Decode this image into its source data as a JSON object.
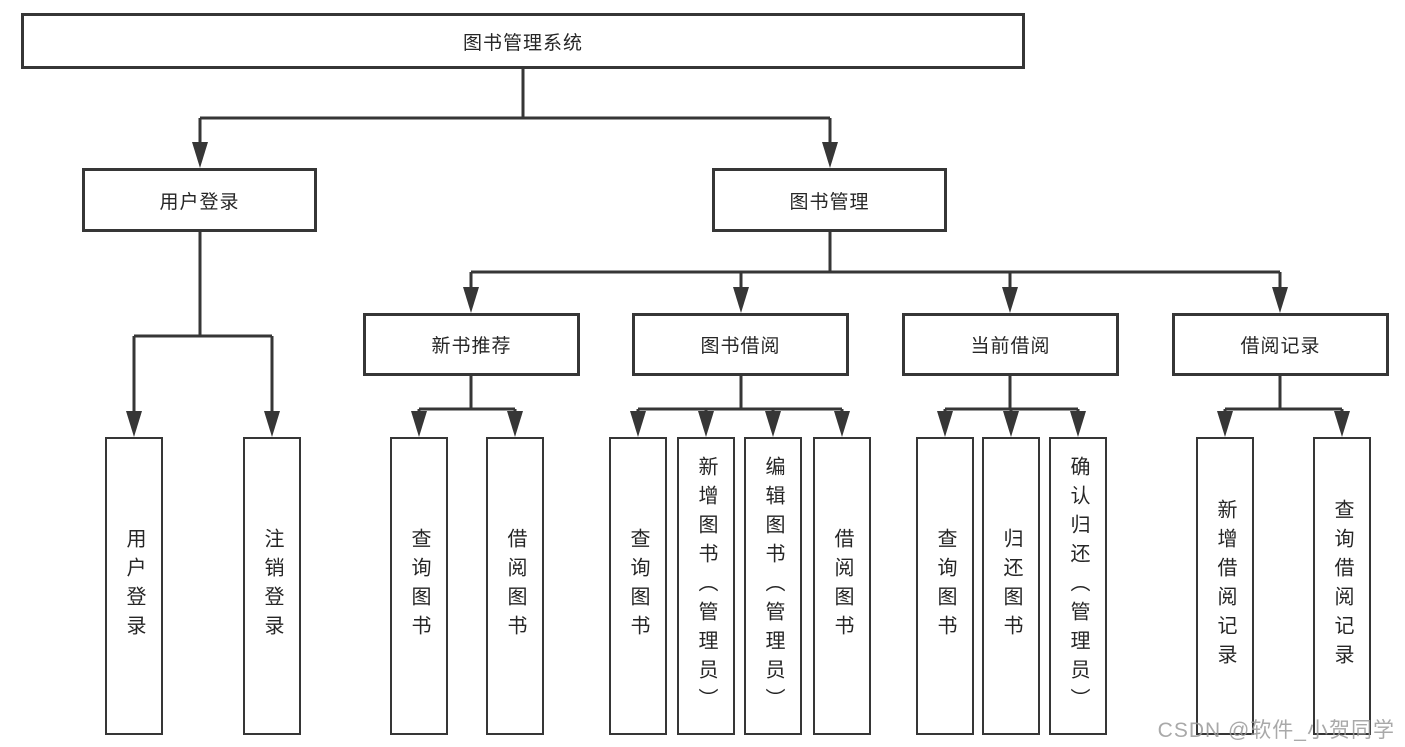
{
  "diagram": {
    "root": "图书管理系统",
    "user": {
      "label": "用户登录",
      "children": [
        "用户登录",
        "注销登录"
      ]
    },
    "books": {
      "label": "图书管理",
      "sections": [
        {
          "label": "新书推荐",
          "children": [
            "查询图书",
            "借阅图书"
          ]
        },
        {
          "label": "图书借阅",
          "children": [
            "查询图书",
            "新增图书（管理员）",
            "编辑图书（管理员）",
            "借阅图书"
          ]
        },
        {
          "label": "当前借阅",
          "children": [
            "查询图书",
            "归还图书",
            "确认归还（管理员）"
          ]
        },
        {
          "label": "借阅记录",
          "children": [
            "新增借阅记录",
            "查询借阅记录"
          ]
        }
      ]
    },
    "colors": {
      "line": "#363636",
      "box_border": "#363636",
      "box_fill": "#ffffff",
      "text": "#262626",
      "watermark": "#9a9a9a"
    }
  },
  "watermark": "CSDN @软件_小贺同学"
}
